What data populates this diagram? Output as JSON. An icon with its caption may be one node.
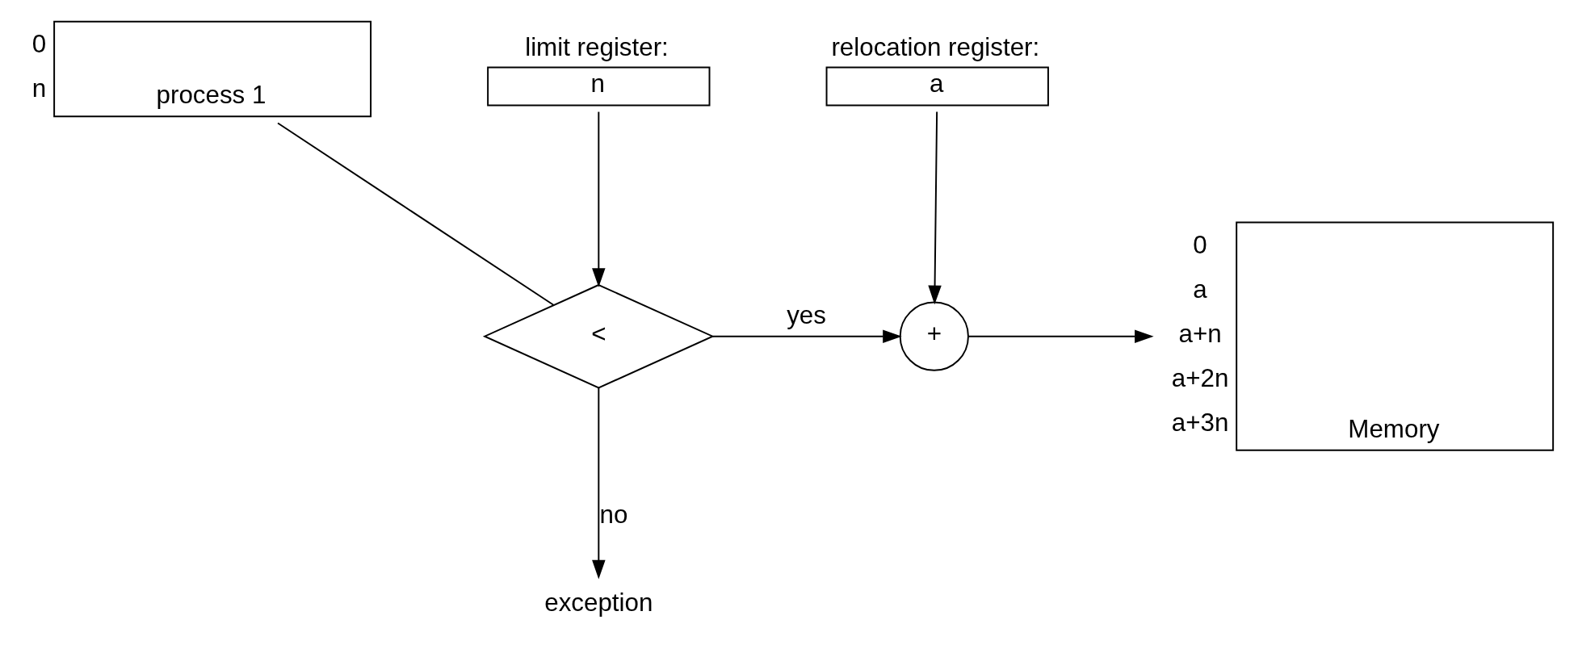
{
  "diagram": {
    "nodes": [
      {
        "text": [
          "process 1"
        ],
        "beside": [
          "0",
          "n"
        ]
      },
      {
        "text": [
          "limit register:",
          "n"
        ]
      },
      {
        "text": [
          "relocation register:",
          "a"
        ]
      },
      {
        "text": [
          "<"
        ]
      },
      {
        "text": [
          "+"
        ]
      },
      {
        "text": [
          "Memory"
        ],
        "beside": [
          "0",
          "a",
          "a+n",
          "a+2n",
          "a+3n"
        ]
      },
      {
        "text": [
          "exception"
        ]
      }
    ],
    "edges": [
      {
        "from": 0,
        "to": 3,
        "arrow": "none"
      },
      {
        "from": 1,
        "to": 3,
        "arrow": "to"
      },
      {
        "from": 3,
        "to": 4,
        "arrow": "to",
        "label": "yes"
      },
      {
        "from": 3,
        "to": 6,
        "arrow": "to",
        "label": "no"
      },
      {
        "from": 2,
        "to": 4,
        "arrow": "to"
      },
      {
        "from": 4,
        "to": 5,
        "arrow": "to"
      }
    ]
  }
}
